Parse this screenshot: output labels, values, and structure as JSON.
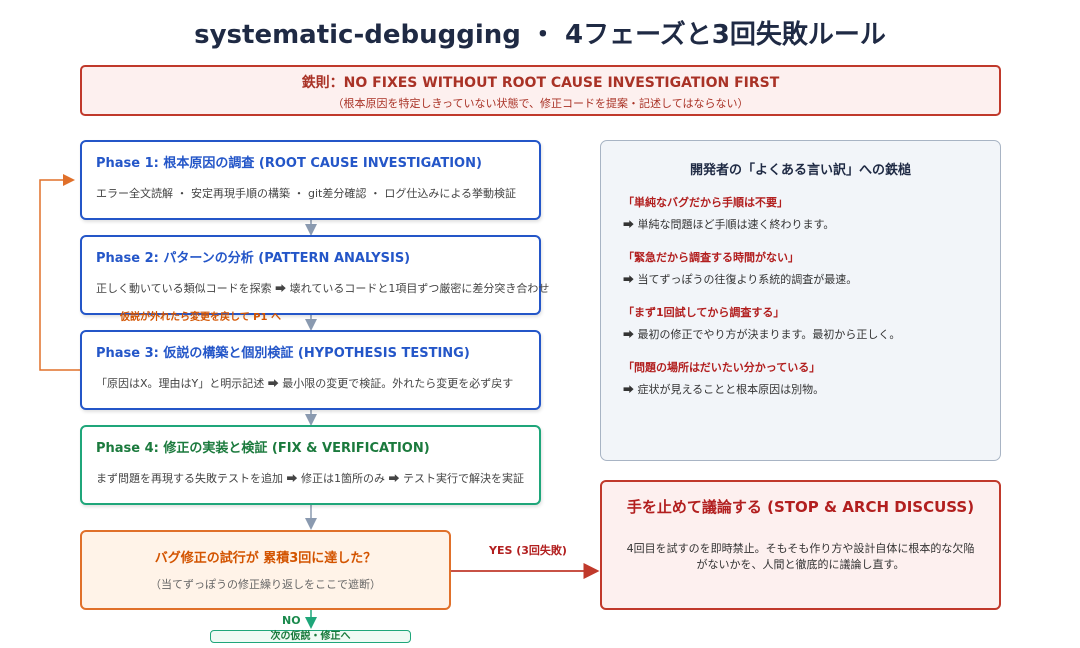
{
  "title": "systematic-debugging ・ 4フェーズと3回失敗ルール",
  "iron_rule": {
    "heading": "鉄則：NO FIXES WITHOUT ROOT CAUSE INVESTIGATION FIRST",
    "subtext": "（根本原因を特定しきっていない状態で、修正コードを提案・記述してはならない）"
  },
  "phases": [
    {
      "title": "Phase 1: 根本原因の調査 (ROOT CAUSE INVESTIGATION)",
      "desc": "エラー全文読解 ・ 安定再現手順の構築 ・ git差分確認 ・ ログ仕込みによる挙動検証"
    },
    {
      "title": "Phase 2: パターンの分析 (PATTERN ANALYSIS)",
      "desc": "正しく動いている類似コードを探索 ⮕ 壊れているコードと1項目ずつ厳密に差分突き合わせ"
    },
    {
      "title": "Phase 3: 仮説の構築と個別検証 (HYPOTHESIS TESTING)",
      "desc": "「原因はX。理由はY」と明示記述 ⮕ 最小限の変更で検証。外れたら変更を必ず戻す"
    },
    {
      "title": "Phase 4: 修正の実装と検証 (FIX & VERIFICATION)",
      "desc": "まず問題を再現する失敗テストを追加 ⮕ 修正は1箇所のみ ⮕ テスト実行で解決を実証"
    }
  ],
  "back_label": "仮説が外れたら変更を戻して P1 へ",
  "excuses": {
    "heading": "開発者の「よくある言い訳」への鉄槌",
    "items": [
      {
        "quote": "「単純なバグだから手順は不要」",
        "answer": "⮕ 単純な問題ほど手順は速く終わります。"
      },
      {
        "quote": "「緊急だから調査する時間がない」",
        "answer": "⮕ 当てずっぽうの往復より系統的調査が最速。"
      },
      {
        "quote": "「まず1回試してから調査する」",
        "answer": "⮕ 最初の修正でやり方が決まります。最初から正しく。"
      },
      {
        "quote": "「問題の場所はだいたい分かっている」",
        "answer": "⮕ 症状が見えることと根本原因は別物。"
      }
    ]
  },
  "decision": {
    "title": "バグ修正の試行が 累積3回に達した？",
    "subtext": "（当てずっぽうの修正繰り返しをここで遮断）"
  },
  "yes_label": "YES (3回失敗)",
  "no_label": "NO",
  "next_label": "次の仮説・修正へ",
  "stop": {
    "title": "手を止めて議論する (STOP & ARCH DISCUSS)",
    "desc": "4回目を試すのを即時禁止。そもそも作り方や設計自体に根本的な欠陥がないかを、人間と徹底的に議論し直す。"
  },
  "colors": {
    "phase_blue": "#2456c8",
    "phase_green": "#1fa67a",
    "alert_red": "#c0392b",
    "decision_orange": "#e0702a",
    "connector_gray": "#8a9ab0"
  }
}
